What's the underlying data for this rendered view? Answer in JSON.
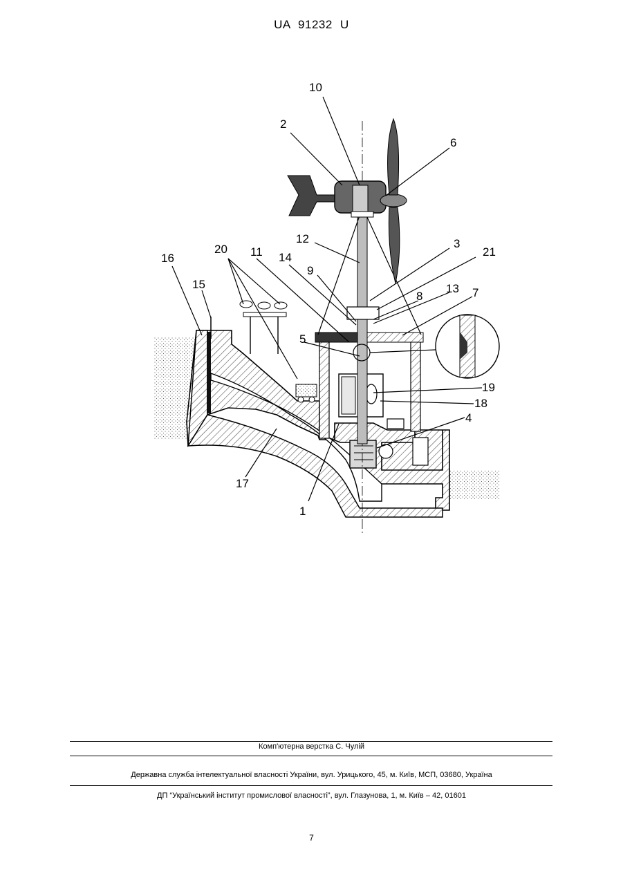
{
  "header": {
    "patent_number": "UA   91232   U"
  },
  "figure": {
    "callouts": {
      "n10": "10",
      "n2": "2",
      "n6": "6",
      "n12": "12",
      "n3": "3",
      "n21": "21",
      "n20": "20",
      "n11": "11",
      "n14": "14",
      "n9": "9",
      "n16": "16",
      "n15": "15",
      "n8": "8",
      "n13": "13",
      "n7": "7",
      "n5": "5",
      "n19": "19",
      "n18": "18",
      "n4": "4",
      "n17": "17",
      "n1": "1"
    }
  },
  "footer": {
    "layout_credit": "Комп'ютерна верстка С. Чулій",
    "office_address": "Державна служба інтелектуальної власності України, вул. Урицького, 45, м. Київ, МСП, 03680, Україна",
    "institute_address": "ДП “Український інститут промислової власності”, вул. Глазунова, 1, м. Київ – 42, 01601"
  },
  "page": {
    "number": "7"
  }
}
